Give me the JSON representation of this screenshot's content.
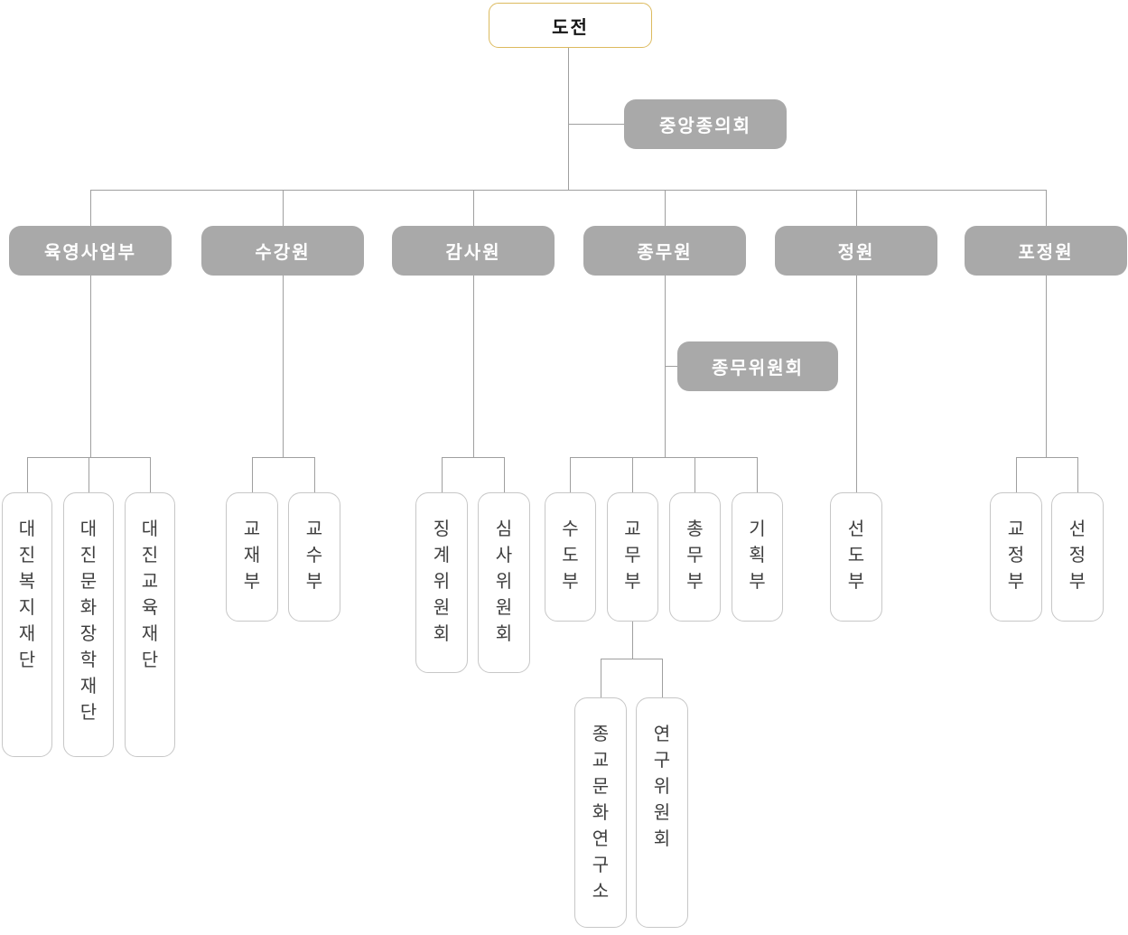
{
  "org": {
    "root": {
      "label": "도전"
    },
    "central_council": {
      "label": "중앙종의회"
    },
    "committee": {
      "label": "종무위원회"
    },
    "departments": [
      {
        "label": "육영사업부",
        "children": [
          {
            "label": "대진복지재단"
          },
          {
            "label": "대진문화장학재단"
          },
          {
            "label": "대진교육재단"
          }
        ]
      },
      {
        "label": "수강원",
        "children": [
          {
            "label": "교재부"
          },
          {
            "label": "교수부"
          }
        ]
      },
      {
        "label": "감사원",
        "children": [
          {
            "label": "징계위원회"
          },
          {
            "label": "심사위원회"
          }
        ]
      },
      {
        "label": "종무원",
        "children": [
          {
            "label": "수도부"
          },
          {
            "label": "교무부",
            "children": [
              {
                "label": "종교문화연구소"
              },
              {
                "label": "연구위원회"
              }
            ]
          },
          {
            "label": "총무부"
          },
          {
            "label": "기획부"
          }
        ]
      },
      {
        "label": "정원",
        "children": [
          {
            "label": "선도부"
          }
        ]
      },
      {
        "label": "포정원",
        "children": [
          {
            "label": "교정부"
          },
          {
            "label": "선정부"
          }
        ]
      }
    ],
    "colors": {
      "branch_node_fill": "#a9a9a9",
      "branch_node_text": "#ffffff",
      "root_border": "#dcba5e",
      "root_text": "#141414",
      "leaf_border": "#c7c7c7",
      "leaf_text": "#3e3e3e",
      "connector_line": "#9f9f9f"
    }
  }
}
